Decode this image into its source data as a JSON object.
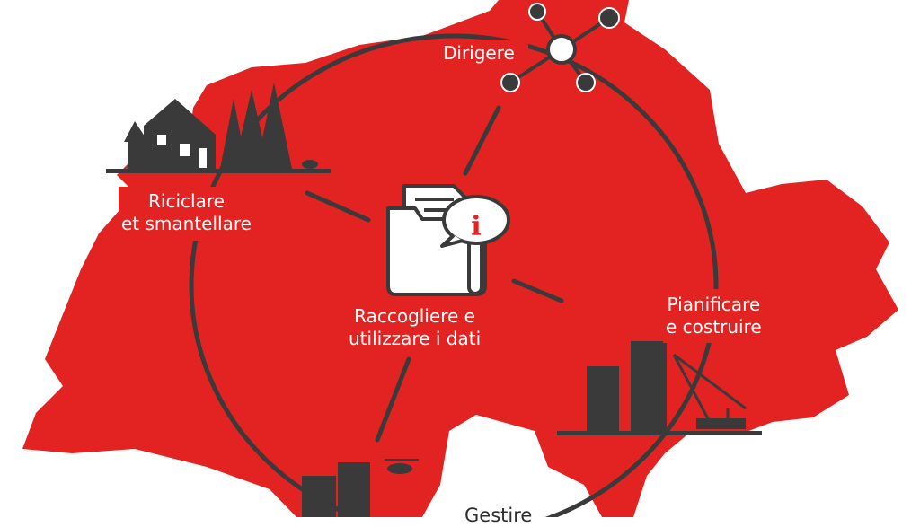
{
  "colors": {
    "map_red": "#e32322",
    "dark": "#3a3a3a",
    "white": "#ffffff"
  },
  "labels": {
    "steer": "Dirigere",
    "recycle_line1": "Riciclare",
    "recycle_line2": "et smantellare",
    "collect_line1": "Raccogliere e",
    "collect_line2": "utilizzare i dati",
    "plan_line1": "Pianificare",
    "plan_line2": "e costruire",
    "manage": "Gestire"
  },
  "icons": {
    "center": "folder-info-icon",
    "info_glyph": "i",
    "network": "network-nodes-icon",
    "house": "house-forest-icon",
    "construction": "construction-crane-icon",
    "city": "city-helicopter-icon"
  }
}
